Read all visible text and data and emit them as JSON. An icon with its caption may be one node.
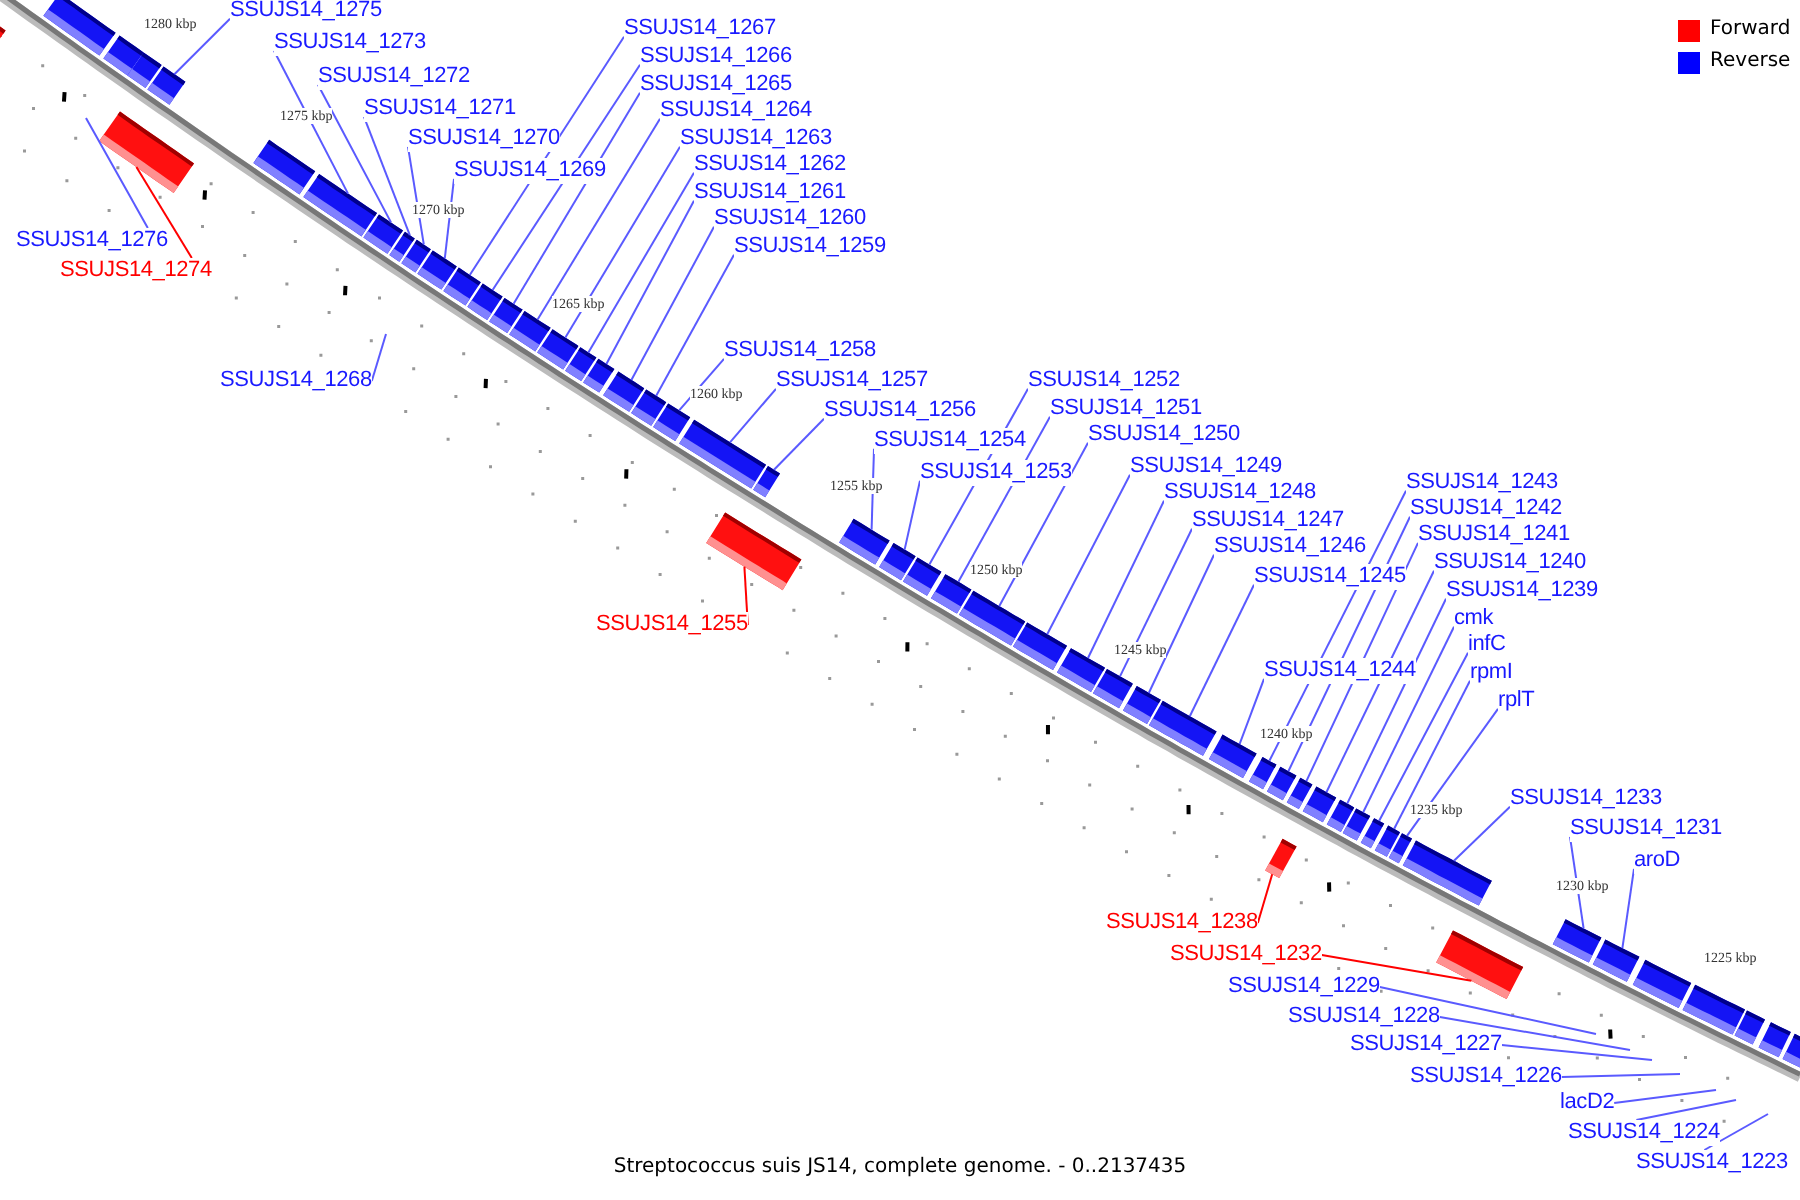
{
  "diagram": {
    "caption": "Streptococcus suis JS14, complete genome. - 0..2137435",
    "nodes": [
      {
        "text": [
          "SSUJS14_1275"
        ]
      },
      {
        "text": [
          "SSUJS14_1273"
        ]
      },
      {
        "text": [
          "SSUJS14_1272"
        ]
      },
      {
        "text": [
          "SSUJS14_1271"
        ]
      },
      {
        "text": [
          "SSUJS14_1270"
        ]
      },
      {
        "text": [
          "SSUJS14_1269"
        ]
      },
      {
        "text": [
          "SSUJS14_1267"
        ]
      },
      {
        "text": [
          "SSUJS14_1266"
        ]
      },
      {
        "text": [
          "SSUJS14_1265"
        ]
      },
      {
        "text": [
          "SSUJS14_1264"
        ]
      },
      {
        "text": [
          "SSUJS14_1263"
        ]
      },
      {
        "text": [
          "SSUJS14_1262"
        ]
      },
      {
        "text": [
          "SSUJS14_1261"
        ]
      },
      {
        "text": [
          "SSUJS14_1260"
        ]
      },
      {
        "text": [
          "SSUJS14_1259"
        ]
      },
      {
        "text": [
          "SSUJS14_1276"
        ]
      },
      {
        "text": [
          "SSUJS14_1274"
        ]
      },
      {
        "text": [
          "SSUJS14_1268"
        ]
      },
      {
        "text": [
          "SSUJS14_1258"
        ]
      },
      {
        "text": [
          "SSUJS14_1257"
        ]
      },
      {
        "text": [
          "SSUJS14_1256"
        ]
      },
      {
        "text": [
          "SSUJS14_1254"
        ]
      },
      {
        "text": [
          "SSUJS14_1253"
        ]
      },
      {
        "text": [
          "SSUJS14_1252"
        ]
      },
      {
        "text": [
          "SSUJS14_1251"
        ]
      },
      {
        "text": [
          "SSUJS14_1250"
        ]
      },
      {
        "text": [
          "SSUJS14_1249"
        ]
      },
      {
        "text": [
          "SSUJS14_1248"
        ]
      },
      {
        "text": [
          "SSUJS14_1247"
        ]
      },
      {
        "text": [
          "SSUJS14_1246"
        ]
      },
      {
        "text": [
          "SSUJS14_1245"
        ]
      },
      {
        "text": [
          "SSUJS14_1255"
        ]
      },
      {
        "text": [
          "SSUJS14_1244"
        ]
      },
      {
        "text": [
          "SSUJS14_1243"
        ]
      },
      {
        "text": [
          "SSUJS14_1242"
        ]
      },
      {
        "text": [
          "SSUJS14_1241"
        ]
      },
      {
        "text": [
          "SSUJS14_1240"
        ]
      },
      {
        "text": [
          "SSUJS14_1239"
        ]
      },
      {
        "text": [
          "cmk"
        ]
      },
      {
        "text": [
          "infC"
        ]
      },
      {
        "text": [
          "rpmI"
        ]
      },
      {
        "text": [
          "rplT"
        ]
      },
      {
        "text": [
          "SSUJS14_1233"
        ]
      },
      {
        "text": [
          "SSUJS14_1231"
        ]
      },
      {
        "text": [
          "aroD"
        ]
      },
      {
        "text": [
          "SSUJS14_1238"
        ]
      },
      {
        "text": [
          "SSUJS14_1232"
        ]
      },
      {
        "text": [
          "SSUJS14_1229"
        ]
      },
      {
        "text": [
          "SSUJS14_1228"
        ]
      },
      {
        "text": [
          "SSUJS14_1227"
        ]
      },
      {
        "text": [
          "SSUJS14_1226"
        ]
      },
      {
        "text": [
          "lacD2"
        ]
      },
      {
        "text": [
          "SSUJS14_1224"
        ]
      },
      {
        "text": [
          "SSUJS14_1223"
        ]
      },
      {
        "text": [],
        "shape": "box"
      },
      {
        "text": [],
        "shape": "box"
      },
      {
        "text": [],
        "shape": "box"
      },
      {
        "text": [],
        "shape": "box"
      },
      {
        "text": [],
        "shape": "box"
      },
      {
        "text": [],
        "shape": "box"
      },
      {
        "text": [],
        "shape": "box"
      },
      {
        "text": [],
        "shape": "box"
      },
      {
        "text": [],
        "shape": "box"
      },
      {
        "text": [],
        "shape": "box"
      },
      {
        "text": [],
        "shape": "box"
      },
      {
        "text": [],
        "shape": "box"
      },
      {
        "text": [],
        "shape": "box"
      },
      {
        "text": [],
        "shape": "box"
      },
      {
        "text": [],
        "shape": "box"
      },
      {
        "text": [],
        "shape": "box"
      },
      {
        "text": [],
        "shape": "box"
      },
      {
        "text": [],
        "shape": "box"
      },
      {
        "text": [],
        "shape": "box"
      },
      {
        "text": [],
        "shape": "box"
      },
      {
        "text": [],
        "shape": "box"
      },
      {
        "text": [],
        "shape": "box"
      },
      {
        "text": [],
        "shape": "box"
      },
      {
        "text": [],
        "shape": "box"
      },
      {
        "text": [],
        "shape": "box"
      },
      {
        "text": [],
        "shape": "box"
      },
      {
        "text": [],
        "shape": "box"
      },
      {
        "text": [],
        "shape": "box"
      },
      {
        "text": [],
        "shape": "box"
      },
      {
        "text": [],
        "shape": "box"
      },
      {
        "text": [],
        "shape": "box"
      },
      {
        "text": [],
        "shape": "box"
      },
      {
        "text": [],
        "shape": "box"
      },
      {
        "text": [],
        "shape": "box"
      },
      {
        "text": [],
        "shape": "box"
      },
      {
        "text": [],
        "shape": "box"
      },
      {
        "text": [],
        "shape": "box"
      },
      {
        "text": [],
        "shape": "box"
      },
      {
        "text": [],
        "shape": "box"
      },
      {
        "text": [],
        "shape": "box"
      },
      {
        "text": [],
        "shape": "box"
      },
      {
        "text": [],
        "shape": "box"
      },
      {
        "text": [],
        "shape": "box"
      },
      {
        "text": [],
        "shape": "box"
      },
      {
        "text": [],
        "shape": "box"
      },
      {
        "text": [],
        "shape": "box"
      },
      {
        "text": [],
        "shape": "box"
      },
      {
        "text": [],
        "shape": "box"
      },
      {
        "text": [],
        "shape": "box"
      },
      {
        "text": [],
        "shape": "box"
      },
      {
        "text": [],
        "shape": "box"
      },
      {
        "text": [],
        "shape": "box"
      },
      {
        "text": [],
        "shape": "box"
      },
      {
        "text": [],
        "shape": "box"
      },
      {
        "text": [],
        "shape": "box"
      }
    ],
    "edges": [
      {
        "from": 0,
        "to": 55,
        "arrow": "none"
      },
      {
        "from": 1,
        "to": 56,
        "arrow": "none"
      },
      {
        "from": 2,
        "to": 57,
        "arrow": "none"
      },
      {
        "from": 3,
        "to": 58,
        "arrow": "none"
      },
      {
        "from": 4,
        "to": 59,
        "arrow": "none"
      },
      {
        "from": 5,
        "to": 60,
        "arrow": "none"
      },
      {
        "from": 6,
        "to": 61,
        "arrow": "none"
      },
      {
        "from": 7,
        "to": 62,
        "arrow": "none"
      },
      {
        "from": 8,
        "to": 63,
        "arrow": "none"
      },
      {
        "from": 9,
        "to": 64,
        "arrow": "none"
      },
      {
        "from": 10,
        "to": 65,
        "arrow": "none"
      },
      {
        "from": 11,
        "to": 66,
        "arrow": "none"
      },
      {
        "from": 12,
        "to": 67,
        "arrow": "none"
      },
      {
        "from": 13,
        "to": 68,
        "arrow": "none"
      },
      {
        "from": 14,
        "to": 69,
        "arrow": "none"
      },
      {
        "from": 15,
        "to": null,
        "arrow": "none"
      },
      {
        "from": 16,
        "to": 54,
        "arrow": "none",
        "color": "#ff0000"
      },
      {
        "from": 17,
        "to": null,
        "arrow": "none"
      },
      {
        "from": 18,
        "to": 70,
        "arrow": "none"
      },
      {
        "from": 19,
        "to": 71,
        "arrow": "none"
      },
      {
        "from": 20,
        "to": 73,
        "arrow": "none"
      },
      {
        "from": 21,
        "to": 74,
        "arrow": "none"
      },
      {
        "from": 22,
        "to": 75,
        "arrow": "none"
      },
      {
        "from": 23,
        "to": 76,
        "arrow": "none"
      },
      {
        "from": 24,
        "to": 77,
        "arrow": "none"
      },
      {
        "from": 25,
        "to": 78,
        "arrow": "none"
      },
      {
        "from": 26,
        "to": 79,
        "arrow": "none"
      },
      {
        "from": 27,
        "to": 80,
        "arrow": "none"
      },
      {
        "from": 28,
        "to": 81,
        "arrow": "none"
      },
      {
        "from": 29,
        "to": 82,
        "arrow": "none"
      },
      {
        "from": 30,
        "to": 83,
        "arrow": "none"
      },
      {
        "from": 31,
        "to": 72,
        "arrow": "none",
        "color": "#ff0000"
      },
      {
        "from": 32,
        "to": 84,
        "arrow": "none"
      },
      {
        "from": 33,
        "to": 85,
        "arrow": "none"
      },
      {
        "from": 34,
        "to": 86,
        "arrow": "none"
      },
      {
        "from": 35,
        "to": 87,
        "arrow": "none"
      },
      {
        "from": 36,
        "to": 89,
        "arrow": "none"
      },
      {
        "from": 37,
        "to": 90,
        "arrow": "none"
      },
      {
        "from": 38,
        "to": 91,
        "arrow": "none"
      },
      {
        "from": 39,
        "to": 92,
        "arrow": "none"
      },
      {
        "from": 40,
        "to": 93,
        "arrow": "none"
      },
      {
        "from": 41,
        "to": 94,
        "arrow": "none"
      },
      {
        "from": 42,
        "to": 95,
        "arrow": "none"
      },
      {
        "from": 43,
        "to": 97,
        "arrow": "none"
      },
      {
        "from": 44,
        "to": 98,
        "arrow": "none"
      },
      {
        "from": 45,
        "to": 88,
        "arrow": "none",
        "color": "#ff0000"
      },
      {
        "from": 46,
        "to": 96,
        "arrow": "none",
        "color": "#ff0000"
      },
      {
        "from": 47,
        "to": null,
        "arrow": "none"
      },
      {
        "from": 48,
        "to": null,
        "arrow": "none"
      },
      {
        "from": 49,
        "to": null,
        "arrow": "none"
      },
      {
        "from": 50,
        "to": null,
        "arrow": "none"
      },
      {
        "from": 51,
        "to": null,
        "arrow": "none"
      },
      {
        "from": 52,
        "to": null,
        "arrow": "none"
      },
      {
        "from": 53,
        "to": null,
        "arrow": "none"
      }
    ],
    "labels": [
      "1280 kbp",
      "1275 kbp",
      "1270 kbp",
      "1265 kbp",
      "1260 kbp",
      "1255 kbp",
      "1250 kbp",
      "1245 kbp",
      "1240 kbp",
      "1235 kbp",
      "1230 kbp",
      "1225 kbp"
    ],
    "legend": [
      {
        "text": "Forward",
        "color": "#ff0000"
      },
      {
        "text": "Reverse",
        "color": "#0000ff"
      }
    ]
  }
}
